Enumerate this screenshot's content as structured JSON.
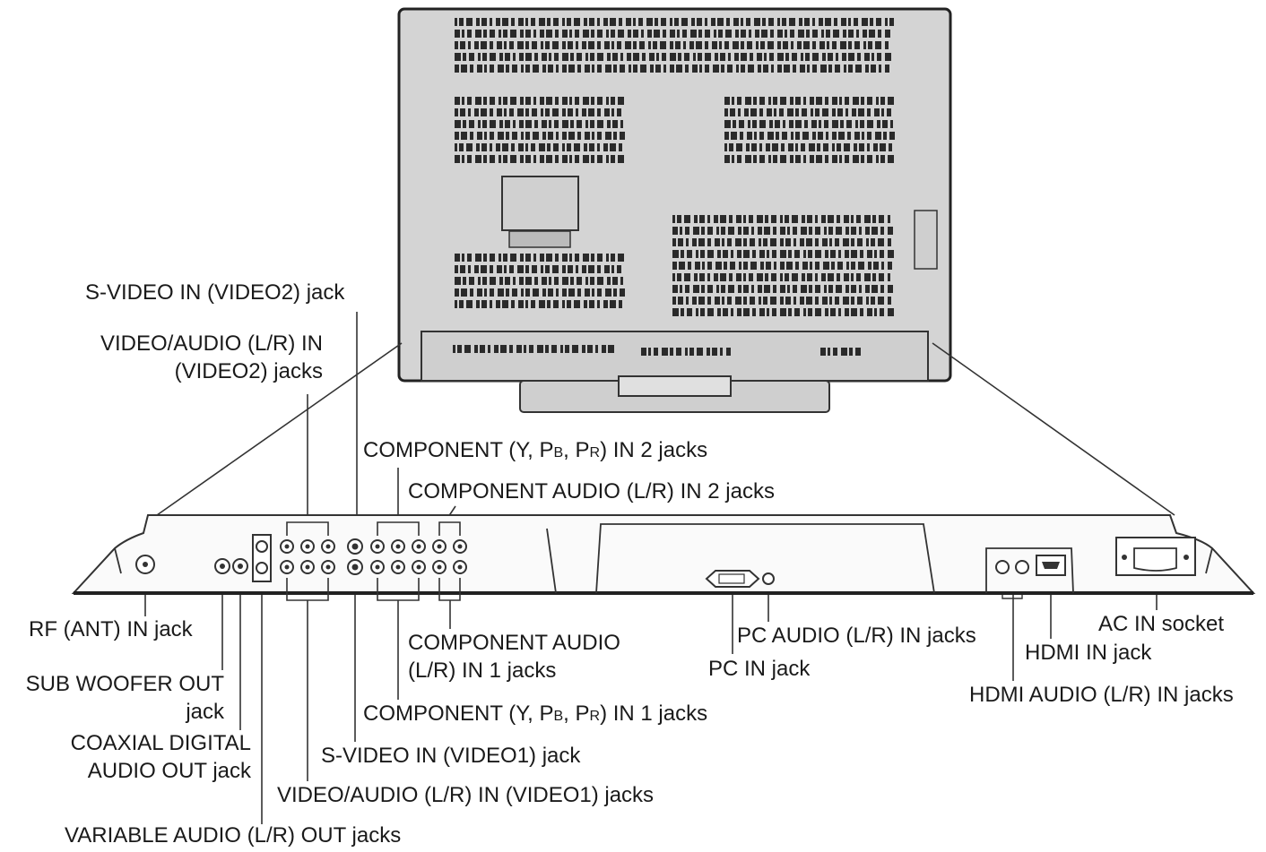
{
  "labels": {
    "svideo2": "S-VIDEO IN (VIDEO2) jack",
    "va2_l1": "VIDEO/AUDIO (L/R) IN",
    "va2_l2": "(VIDEO2) jacks",
    "comp2_a": "COMPONENT (Y, P",
    "comp2_b": "B",
    "comp2_c": ", P",
    "comp2_d": "R",
    "comp2_e": ") IN 2 jacks",
    "compaudio2": "COMPONENT AUDIO (L/R) IN 2 jacks",
    "rf": "RF (ANT) IN jack",
    "sub_l1": "SUB WOOFER OUT",
    "sub_l2": "jack",
    "coax_l1": "COAXIAL DIGITAL",
    "coax_l2": "AUDIO OUT  jack",
    "varaudio": "VARIABLE AUDIO (L/R) OUT jacks",
    "compaudio1_l1": "COMPONENT AUDIO",
    "compaudio1_l2": "(L/R) IN 1 jacks",
    "comp1_a": "COMPONENT (Y, P",
    "comp1_b": "B",
    "comp1_c": ", P",
    "comp1_d": "R",
    "comp1_e": ") IN 1 jacks",
    "svideo1": "S-VIDEO IN (VIDEO1) jack",
    "va1": "VIDEO/AUDIO (L/R) IN (VIDEO1) jacks",
    "pcaudio": "PC AUDIO (L/R) IN jacks",
    "pcin": "PC IN jack",
    "hdmi": "HDMI IN jack",
    "hdmiaudio": "HDMI AUDIO (L/R) IN jacks",
    "acin": "AC IN socket"
  },
  "colors": {
    "line": "#333333",
    "body": "#d9d9d9",
    "dark": "#2a2a2a"
  }
}
